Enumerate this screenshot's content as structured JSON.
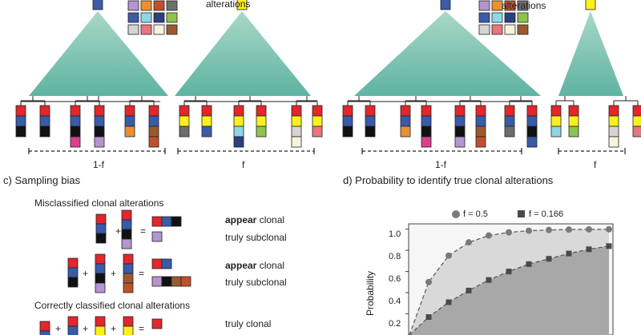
{
  "palette": {
    "red": "#e3262b",
    "blue": "#3a5ba8",
    "black": "#111111",
    "yellow": "#fbef1f",
    "gray": "#6d6d6d",
    "cyan": "#8fd6e6",
    "green": "#8cc44e",
    "orange": "#eb9030",
    "magenta": "#d9418e",
    "lilac": "#b395cf",
    "brown": "#9b5a2e",
    "ltgray": "#d4d4d4",
    "pink": "#e9757d",
    "cream": "#f7f3dc",
    "rust": "#c0502d",
    "navy": "#2c3f7e",
    "tealTop": "#a9d8c8",
    "tealBottom": "#5fb3a2",
    "plotBg": "#f6f6f6",
    "shadeLight": "#d9d9d9",
    "shadeDark": "#a8a8a8",
    "curve": "#555555"
  },
  "legend_alterations": "alterations",
  "trees_left": {
    "labels": [
      "1-f",
      "f"
    ]
  },
  "trees_right": {
    "labels": [
      "1-f",
      "f"
    ]
  },
  "panel_c": {
    "title": "c) Sampling bias",
    "sub1": "Misclassified clonal alterations",
    "sub2": "Correctly classified clonal alterations",
    "row1": {
      "appear_bold": "appear",
      "appear_rest": " clonal",
      "truly": "truly subclonal"
    },
    "row2": {
      "appear_bold": "appear",
      "appear_rest": " clonal",
      "truly": "truly subclonal"
    },
    "row3": {
      "truly": "truly clonal"
    },
    "plus": "+",
    "equals": "="
  },
  "panel_d": {
    "title": "d) Probability to identify true clonal alterations",
    "legend": [
      {
        "label": "f = 0.5",
        "marker": "circle"
      },
      {
        "label": "f = 0.166",
        "marker": "square"
      }
    ],
    "ylabel": "Probability",
    "yticks": [
      "1.0",
      "0.8",
      "0.6",
      "0.4",
      "0.2"
    ]
  },
  "chart_data": {
    "type": "line",
    "title": "Probability to identify true clonal alterations",
    "ylabel": "Probability",
    "ylim": [
      0,
      1.05
    ],
    "x": [
      1,
      2,
      3,
      4,
      5,
      6,
      7,
      8,
      9,
      10
    ],
    "series": [
      {
        "name": "f = 0.5",
        "values": [
          0.5,
          0.75,
          0.875,
          0.94,
          0.97,
          0.985,
          0.992,
          0.996,
          0.998,
          0.999
        ]
      },
      {
        "name": "f = 0.166",
        "values": [
          0.17,
          0.31,
          0.42,
          0.52,
          0.6,
          0.67,
          0.72,
          0.77,
          0.81,
          0.84
        ]
      }
    ]
  }
}
